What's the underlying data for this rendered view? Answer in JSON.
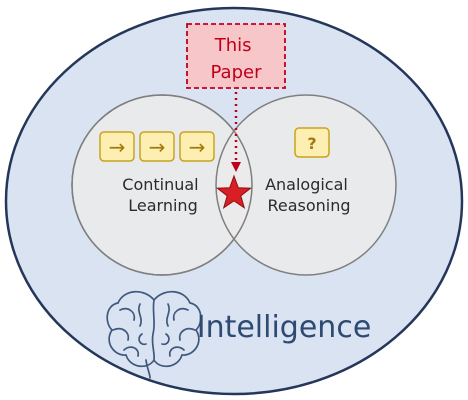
{
  "callout": {
    "line1": "This",
    "line2": "Paper"
  },
  "left_circle": {
    "line1": "Continual",
    "line2": "Learning",
    "icon_glyph": "→",
    "icon_count": 3,
    "icon": "right-arrow-icon"
  },
  "right_circle": {
    "line1": "Analogical",
    "line2": "Reasoning",
    "icon_glyph": "?",
    "icon": "question-mark-icon"
  },
  "outer": {
    "label": "Intelligence",
    "icon": "brain-icon"
  },
  "colors": {
    "outer_fill": "#dae3f2",
    "outer_stroke": "#24375a",
    "circle_fill": "#ebebeb",
    "circle_stroke": "#7f7f7f",
    "callout_fill": "#f7c6c8",
    "callout_border": "#c0001a",
    "callout_text": "#c0001a",
    "star": "#d81f26",
    "icon_fill": "#fdefb2",
    "icon_border": "#c9a31c",
    "icon_text": "#a4780d",
    "brain": "#3f587d",
    "intelligence_text": "#2f4a72"
  }
}
